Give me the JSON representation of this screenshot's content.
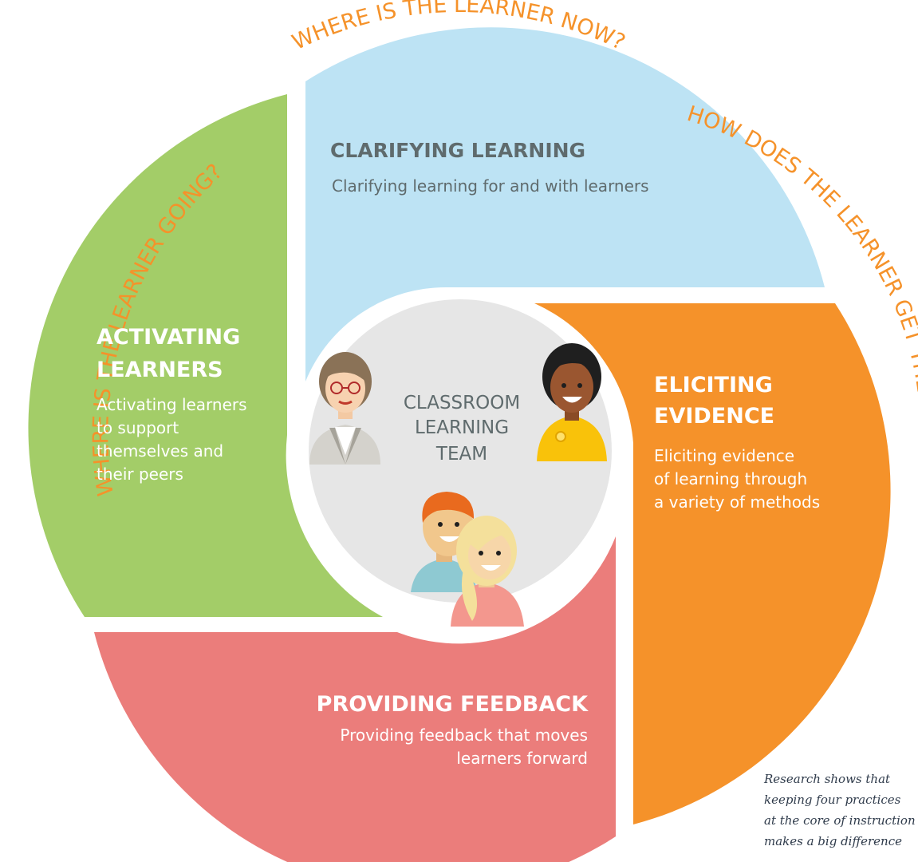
{
  "questions": {
    "going": "WHERE IS THE LEARNER GOING?",
    "now": "WHERE IS THE LEARNER NOW?",
    "get_there": "HOW DOES THE LEARNER GET THERE?"
  },
  "segments": {
    "clarifying": {
      "title": "CLARIFYING LEARNING",
      "body": [
        "Clarifying learning for and with learners"
      ],
      "color": "#bde3f4"
    },
    "activating": {
      "title": [
        "ACTIVATING",
        "LEARNERS"
      ],
      "body": [
        "Activating learners",
        "to support",
        "themselves and",
        "their peers"
      ],
      "color": "#a3cd68"
    },
    "eliciting": {
      "title": [
        "ELICITING",
        "EVIDENCE"
      ],
      "body": [
        "Eliciting evidence",
        "of learning through",
        "a variety of methods"
      ],
      "color": "#f5922a"
    },
    "providing": {
      "title": "PROVIDING FEEDBACK",
      "body": [
        "Providing feedback that moves",
        "learners forward"
      ],
      "color": "#eb7d7b"
    }
  },
  "center": {
    "lines": [
      "CLASSROOM",
      "LEARNING",
      "TEAM"
    ],
    "color": "#e6e6e6"
  },
  "note": {
    "lines": [
      "Research shows that",
      "keeping four practices",
      "at the core of instruction",
      "makes a big difference"
    ]
  },
  "people": [
    "teacher",
    "student-girl",
    "student-boy",
    "student-blonde-girl"
  ]
}
